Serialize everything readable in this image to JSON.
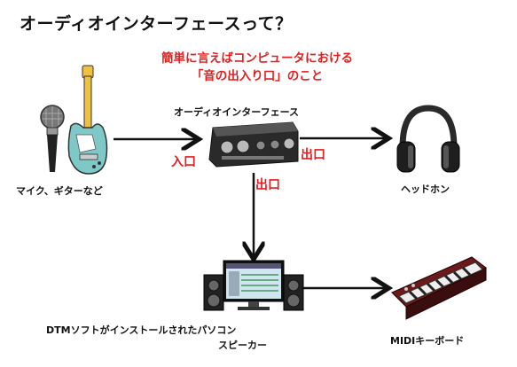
{
  "title": "オーディオインターフェースって？",
  "subtitle_line1": "簡単に言えばコンピュータにおける",
  "subtitle_line2": "「音の出入り口」のこと",
  "labels": {
    "interface": "オーディオインターフェース",
    "mic_guitar": "マイク、ギターなど",
    "headphones": "ヘッドホン",
    "pc_line1": "DTMソフトがインストールされたパソコン",
    "pc_line2": "スピーカー",
    "midi": "MIDIキーボード"
  },
  "io": {
    "input": "入口",
    "output_right": "出口",
    "output_down": "出口"
  },
  "colors": {
    "accent": "#e02020",
    "guitar_body": "#7fc8c8",
    "guitar_neck": "#f0c040",
    "device_dark": "#333333",
    "keyboard_body": "#6a1a1a"
  }
}
